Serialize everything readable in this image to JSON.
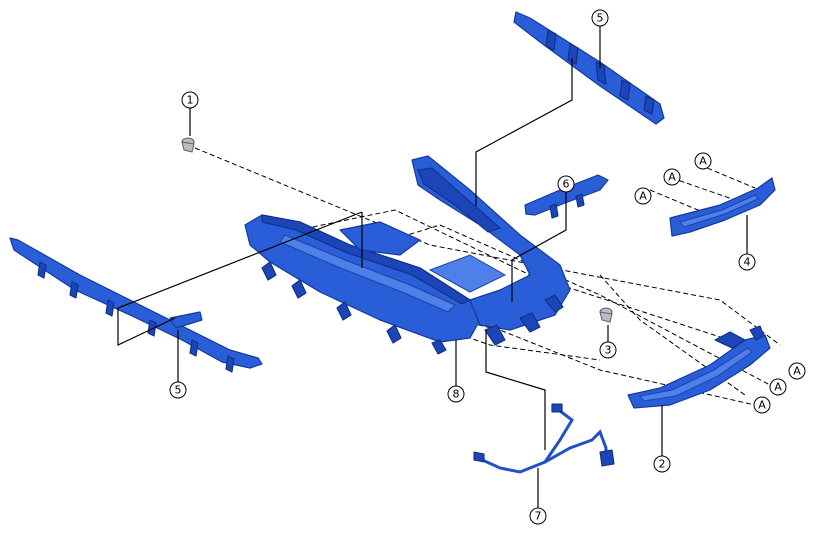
{
  "callouts": {
    "c1": "1",
    "c2": "2",
    "c3": "3",
    "c4": "4",
    "c5_top": "5",
    "c5_left": "5",
    "c6": "6",
    "c7": "7",
    "c8": "8"
  },
  "reference_marks": {
    "a1": "A",
    "a2": "A",
    "a3": "A",
    "a4": "A",
    "a5": "A",
    "a6": "A"
  },
  "colors": {
    "part_blue": "#2a5ed8",
    "outline": "#143a9c",
    "clip_grey": "#b8bcc4"
  }
}
